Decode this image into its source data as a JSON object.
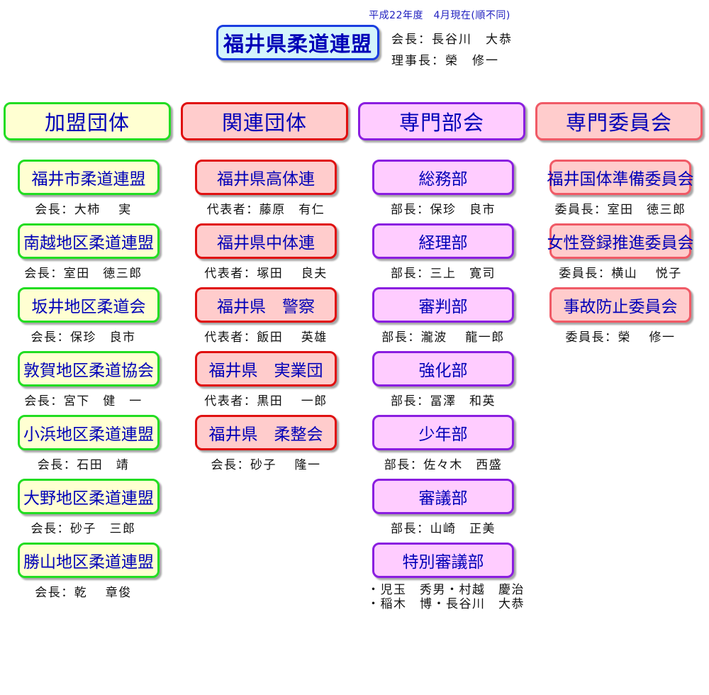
{
  "header": {
    "date_note": "平成22年度　4月現在(順不同)",
    "title": "福井県柔道連盟",
    "president": "会長：長谷川　大恭",
    "director": "理事長：榮　修一"
  },
  "categories": [
    {
      "label": "加盟団体",
      "items": [
        {
          "name": "福井市柔道連盟",
          "leader": "会長：大柿　 実"
        },
        {
          "name": "南越地区柔道連盟",
          "leader": "会長：室田　徳三郎"
        },
        {
          "name": "坂井地区柔道会",
          "leader": "会長：保珍　良市"
        },
        {
          "name": "敦賀地区柔道協会",
          "leader": "会長：宮下　健　一"
        },
        {
          "name": "小浜地区柔道連盟",
          "leader": "会長：石田　靖"
        },
        {
          "name": "大野地区柔道連盟",
          "leader": "会長：砂子　三郎"
        },
        {
          "name": "勝山地区柔道連盟",
          "leader": "会長：乾　 章俊"
        }
      ]
    },
    {
      "label": "関連団体",
      "items": [
        {
          "name": "福井県高体連",
          "leader": "代表者：藤原　有仁"
        },
        {
          "name": "福井県中体連",
          "leader": "代表者：塚田　 良夫"
        },
        {
          "name": "福井県　警察",
          "leader": "代表者：飯田　 英雄"
        },
        {
          "name": "福井県　実業団",
          "leader": "代表者：黒田　 一郎"
        },
        {
          "name": "福井県　柔整会",
          "leader": "会長：砂子　 隆一"
        }
      ]
    },
    {
      "label": "専門部会",
      "items": [
        {
          "name": "総務部",
          "leader": "部長：保珍　良市"
        },
        {
          "name": "経理部",
          "leader": "部長：三上　寛司"
        },
        {
          "name": "審判部",
          "leader": "部長：瀧波　 龍一郎"
        },
        {
          "name": "強化部",
          "leader": "部長：冨澤　和英"
        },
        {
          "name": "少年部",
          "leader": "部長：佐々木　西盛"
        },
        {
          "name": "審議部",
          "leader": "部長：山崎　正美"
        },
        {
          "name": "特別審議部",
          "members": [
            "・児玉　秀男・村越　慶治",
            "・稲木　博・長谷川　大恭"
          ]
        }
      ]
    },
    {
      "label": "専門委員会",
      "items": [
        {
          "name": "福井国体準備委員会",
          "leader": "委員長：室田　徳三郎"
        },
        {
          "name": "女性登録推進委員会",
          "leader": "委員長：横山　 悦子"
        },
        {
          "name": "事故防止委員会",
          "leader": "委員長：榮　 修一"
        }
      ]
    }
  ]
}
